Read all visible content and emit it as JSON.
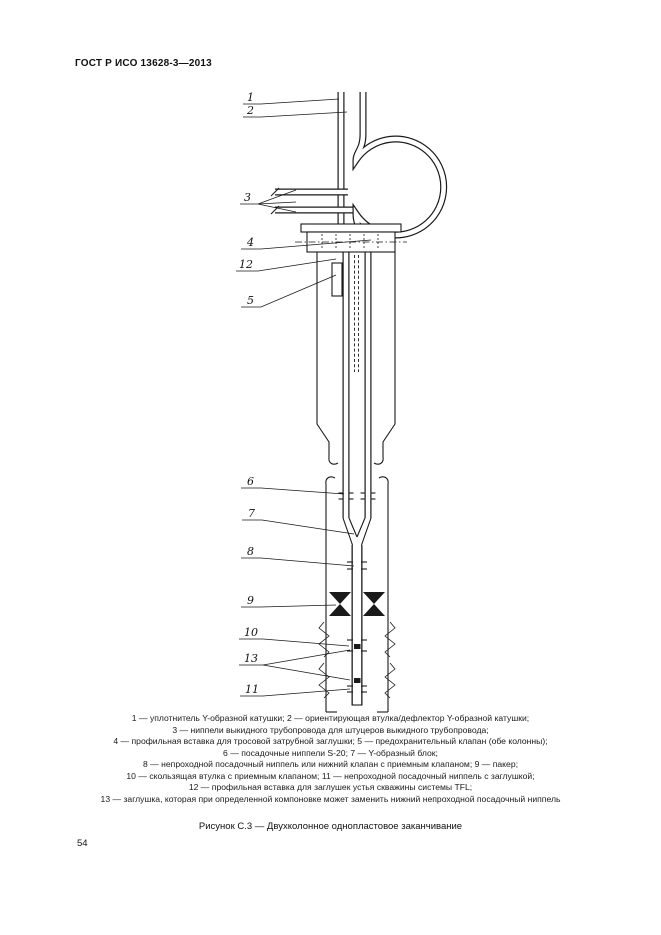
{
  "page": {
    "header": "ГОСТ Р ИСО 13628-3—2013",
    "figure_caption": "Рисунок С.3 — Двухколонное однопластовое заканчивание",
    "page_number": "54"
  },
  "figure": {
    "callouts": [
      "1",
      "2",
      "3",
      "4",
      "12",
      "5",
      "6",
      "7",
      "8",
      "9",
      "10",
      "13",
      "11"
    ]
  },
  "legend": {
    "lines": [
      "1 — уплотнитель Y-образной катушки; 2 — ориентирующая втулка/дефлектор Y-образной катушки;",
      "3 — ниппели выкидного трубопровода для штуцеров выкидного трубопровода;",
      "4 — профильная вставка для тросовой затрубной заглушки; 5 — предохранительный клапан (обе колонны);",
      "6 — посадочные ниппели S-20; 7 — Y-образный блок;",
      "8 — непроходной посадочный ниппель или нижний клапан с приемным клапаном; 9 — пакер;",
      "10 — скользящая втулка с приемным клапаном; 11 — непроходной посадочный ниппель с заглушкой;",
      "12 — профильная вставка для заглушек устья скважины системы TFL;",
      "13 — заглушка, которая при определенной компоновке может заменить нижний непроходной посадочный ниппель"
    ]
  }
}
